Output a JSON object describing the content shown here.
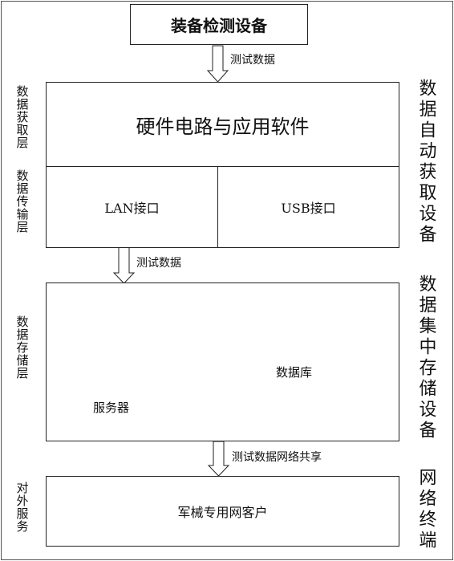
{
  "top_box": "装备检测设备",
  "arrow1_label": "测试数据",
  "block1": {
    "header": "硬件电路与应用软件",
    "left_cell": "LAN接口",
    "right_cell": "USB接口"
  },
  "arrow2_label": "测试数据",
  "block2": {
    "server_label": "服务器",
    "database_label": "数据库"
  },
  "arrow3_label": "测试数据网络共享",
  "block3": {
    "label": "军械专用网客户"
  },
  "left_labels": {
    "acquire": "数据获取层",
    "transfer": "数据传输层",
    "store": "数据存储层",
    "service": "对外服务"
  },
  "right_labels": {
    "acquire_device": "数据自动获取设备",
    "store_device": "数据集中存储设备",
    "terminal": "网络终端"
  },
  "colors": {
    "line": "#222222",
    "globe": "#2a7ac8",
    "land": "#3aa33a"
  }
}
